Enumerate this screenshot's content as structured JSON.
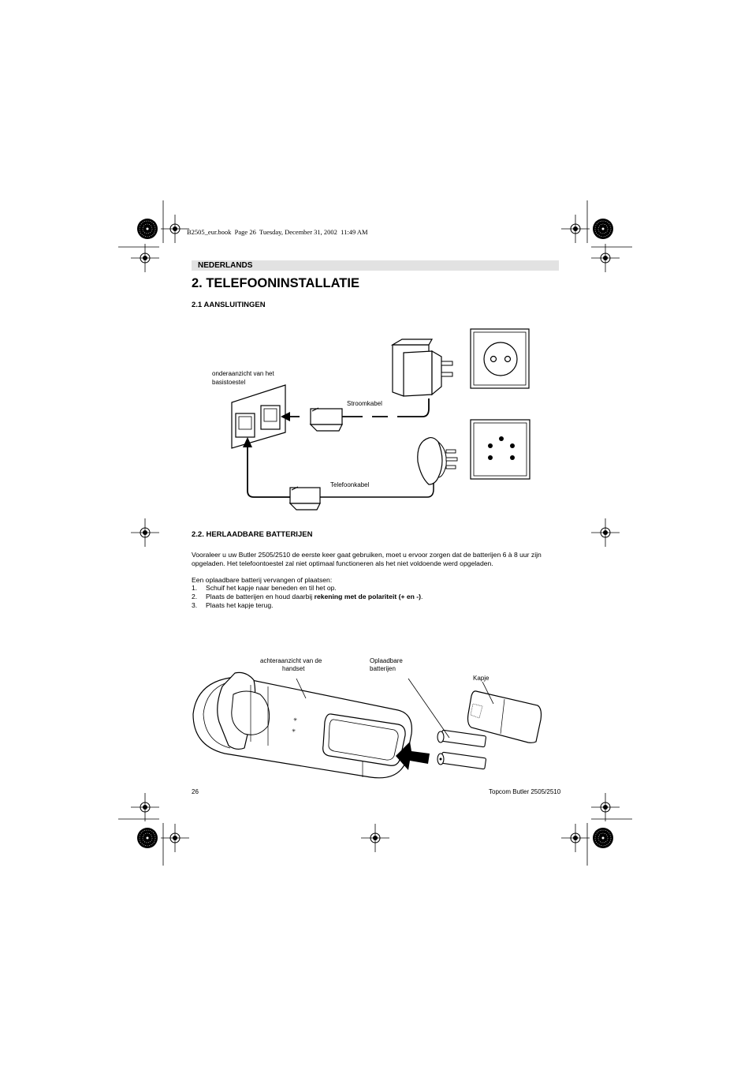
{
  "header": {
    "book_line": "B2505_eur.book  Page 26  Tuesday, December 31, 2002  11:49 AM"
  },
  "language_bar": "NEDERLANDS",
  "title": "2. TELEFOONINSTALLATIE",
  "section_connections": {
    "heading": "2.1 AANSLUITINGEN",
    "labels": {
      "base_view_line1": "onderaanzicht van het",
      "base_view_line2": "basistoestel",
      "power_cable": "Stroomkabel",
      "phone_cable": "Telefoonkabel"
    }
  },
  "section_batteries": {
    "heading": "2.2. HERLAADBARE BATTERIJEN",
    "paragraph_line1": "Vooraleer u uw Butler 2505/2510 de eerste keer gaat gebruiken, moet u ervoor zorgen dat de batterijen 6 à 8 uur zijn",
    "paragraph_line2": "opgeladen. Het telefoontoestel zal niet optimaal functioneren als het niet voldoende werd opgeladen.",
    "intro": "Een oplaadbare batterij vervangen of plaatsen:",
    "steps": [
      {
        "num": "1.",
        "text": "Schuif het kapje naar beneden en til het op."
      },
      {
        "num": "2.",
        "text_before": "Plaats de batterijen en houd daarbij ",
        "text_bold": "rekening met de polariteit (+ en -)",
        "text_after": "."
      },
      {
        "num": "3.",
        "text": "Plaats het kapje terug."
      }
    ],
    "labels": {
      "back_view_line1": "achteraanzicht van de",
      "back_view_line2": "handset",
      "batteries_line1": "Oplaadbare",
      "batteries_line2": "batterijen",
      "cover": "Kapje"
    }
  },
  "footer": {
    "page_number": "26",
    "product": "Topcom Butler 2505/2510"
  }
}
